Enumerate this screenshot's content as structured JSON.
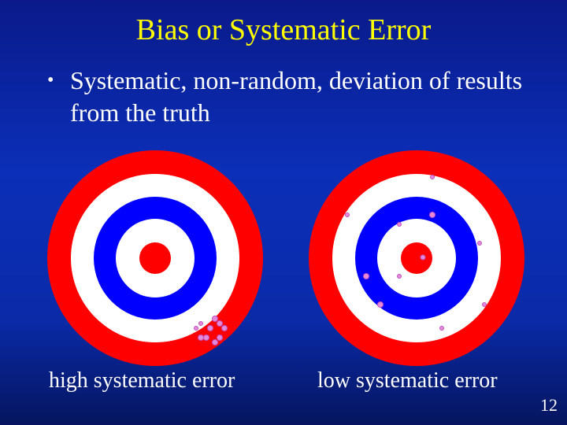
{
  "title": "Bias or Systematic Error",
  "bullet": "Systematic, non-random, deviation of results from the truth",
  "bullet_marker": "•",
  "captions": {
    "left": "high systematic error",
    "right": "low systematic error"
  },
  "page_number": "12",
  "colors": {
    "title": "#ffff00",
    "ring_red": "#ff0000",
    "ring_blue": "#0000ff",
    "ring_white": "#ffffff",
    "dot": "#e070d0"
  }
}
